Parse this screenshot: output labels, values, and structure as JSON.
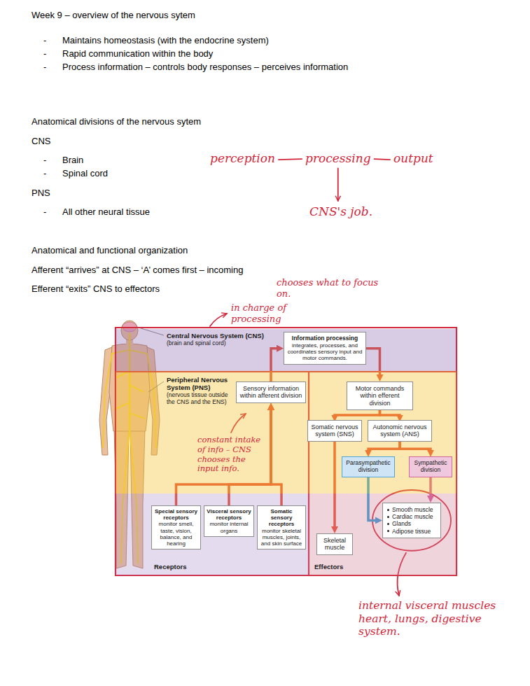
{
  "diagram": {
    "title": "Week 9 – overview of the nervous sytem",
    "nodes": [
      {
        "text": [
          "Central Nervous System (CNS)",
          "(brain and spinal cord)"
        ]
      },
      {
        "text": [
          "Information processing",
          "integrates, processes, and coordinates sensory input and motor commands."
        ],
        "in": 0
      },
      {
        "text": [
          "Peripheral Nervous System (PNS)",
          "(nervous tissue outside the CNS and the ENS)"
        ]
      },
      {
        "text": [
          "Sensory information within afferent division"
        ],
        "in": 2
      },
      {
        "text": [
          "Motor commands within efferent division"
        ],
        "in": 2
      },
      {
        "text": [
          "Somatic nervous system (SNS)"
        ],
        "in": 2
      },
      {
        "text": [
          "Autonomic nervous system (ANS)"
        ],
        "in": 2
      },
      {
        "text": [
          "Parasympathetic division"
        ],
        "in": 2
      },
      {
        "text": [
          "Sympathetic division"
        ],
        "in": 2
      },
      {
        "text": [
          "Receptors"
        ]
      },
      {
        "text": [
          "Special sensory receptors",
          "monitor smell, taste, vision, balance, and hearing"
        ],
        "in": 9
      },
      {
        "text": [
          "Visceral sensory receptors",
          "monitor internal organs"
        ],
        "in": 9
      },
      {
        "text": [
          "Somatic sensory receptors",
          "monitor skeletal muscles, joints, and skin surface"
        ],
        "in": 9
      },
      {
        "text": [
          "Effectors"
        ]
      },
      {
        "text": [
          "Skeletal muscle"
        ],
        "in": 13
      },
      {
        "text": [
          "Smooth muscle",
          "Cardiac muscle",
          "Glands",
          "Adipose tissue"
        ],
        "in": 13
      }
    ],
    "edges": [
      {
        "from": 3,
        "to": 1,
        "arrow": "to"
      },
      {
        "from": 1,
        "to": 4,
        "arrow": "to"
      },
      {
        "from": 4,
        "to": 5,
        "arrow": "to"
      },
      {
        "from": 4,
        "to": 6,
        "arrow": "to"
      },
      {
        "from": 6,
        "to": 7,
        "arrow": "to"
      },
      {
        "from": 6,
        "to": 8,
        "arrow": "to"
      },
      {
        "from": 5,
        "to": 14,
        "arrow": "to"
      },
      {
        "from": 7,
        "to": 15,
        "arrow": "to"
      },
      {
        "from": 8,
        "to": 15,
        "arrow": "to"
      },
      {
        "from": 10,
        "to": 3,
        "arrow": "to"
      },
      {
        "from": 11,
        "to": 3,
        "arrow": "to"
      },
      {
        "from": 12,
        "to": 3,
        "arrow": "to"
      }
    ],
    "labels": [
      "-",
      "Maintains homeostasis (with the endocrine system)",
      "-",
      "Rapid communication within the body",
      "-",
      "Process information – controls body responses – perceives information",
      "Anatomical divisions of the nervous sytem",
      "CNS",
      "-",
      "Brain",
      "-",
      "Spinal cord",
      "PNS",
      "-",
      "All other neural tissue",
      "Anatomical and functional organization",
      "Afferent “arrives” at CNS – ‘A’ comes first – incoming",
      "Efferent “exits” CNS to effectors",
      "perception",
      "processing",
      "output",
      "CNS's job.",
      "chooses what to focus on.",
      "in charge of processing",
      "constant intake of info – CNS chooses the input info.",
      "internal visceral muscles heart, lungs, digestive system."
    ]
  }
}
